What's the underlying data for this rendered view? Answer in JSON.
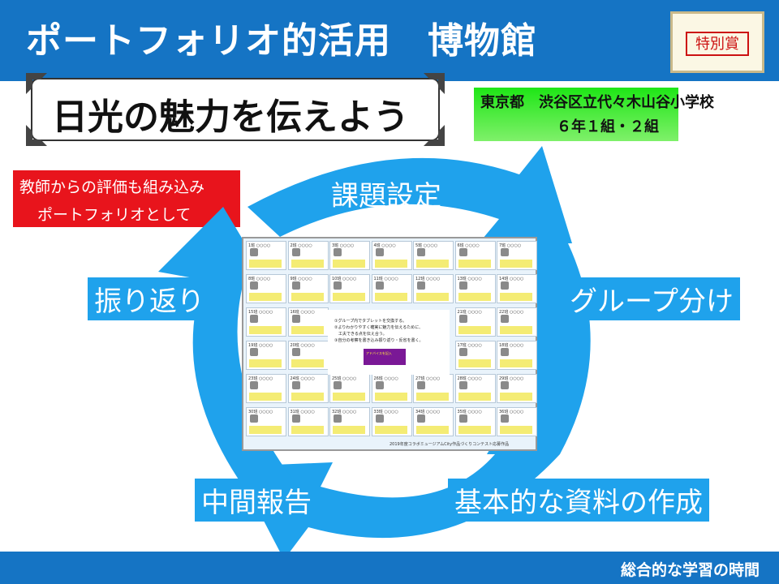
{
  "header": {
    "title": "ポートフォリオ的活用　博物館"
  },
  "award": {
    "label": "特別賞"
  },
  "theme": {
    "text": "日光の魅力を伝えよう"
  },
  "school": {
    "name": "東京都　渋谷区立代々木山谷小学校",
    "classes": "６年１組・２組"
  },
  "teacher_note": {
    "line1": "教師からの評価も組み込み",
    "line2": "ポートフォリオとして"
  },
  "cycle": {
    "step1": "課題設定",
    "step2": "グループ分け",
    "step3": "基本的な資料の作成",
    "step4": "中間報告",
    "step5": "振り返り"
  },
  "board": {
    "cells": [
      "1班 ○○○○",
      "2班 ○○○○",
      "3班 ○○○○",
      "4班 ○○○○",
      "5班 ○○○○",
      "6班 ○○○○",
      "7班 ○○○○",
      "8班 ○○○○",
      "9班 ○○○○",
      "10班 ○○○○",
      "11班 ○○○○",
      "12班 ○○○○",
      "13班 ○○○○",
      "14班 ○○○○",
      "15班 ○○○○",
      "16班 ○○○○",
      "",
      "",
      "",
      "21班 ○○○○",
      "22班 ○○○○",
      "19班 ○○○○",
      "20班 ○○○○",
      "",
      "",
      "",
      "17班 ○○○○",
      "18班 ○○○○",
      "23班 ○○○○",
      "24班 ○○○○",
      "25班 ○○○○",
      "26班 ○○○○",
      "27班 ○○○○",
      "28班 ○○○○",
      "29班 ○○○○",
      "30班 ○○○○",
      "31班 ○○○○",
      "32班 ○○○○",
      "33班 ○○○○",
      "34班 ○○○○",
      "35班 ○○○○",
      "36班 ○○○○"
    ],
    "instructions": [
      "①グループ内でタブレットを交換する。",
      "②よりわかりやすく確実に魅力を伝えるために、",
      "　工夫できる点を伝え合う。",
      "③自分の考察を書き込み振り返り・反省を書く。"
    ],
    "purple_note": "アドバイスを記入",
    "footer": "2019年度コラボミュージアムCity作品づくりコンテスト応募作品"
  },
  "footer": {
    "text": "総合的な学習の時間"
  }
}
